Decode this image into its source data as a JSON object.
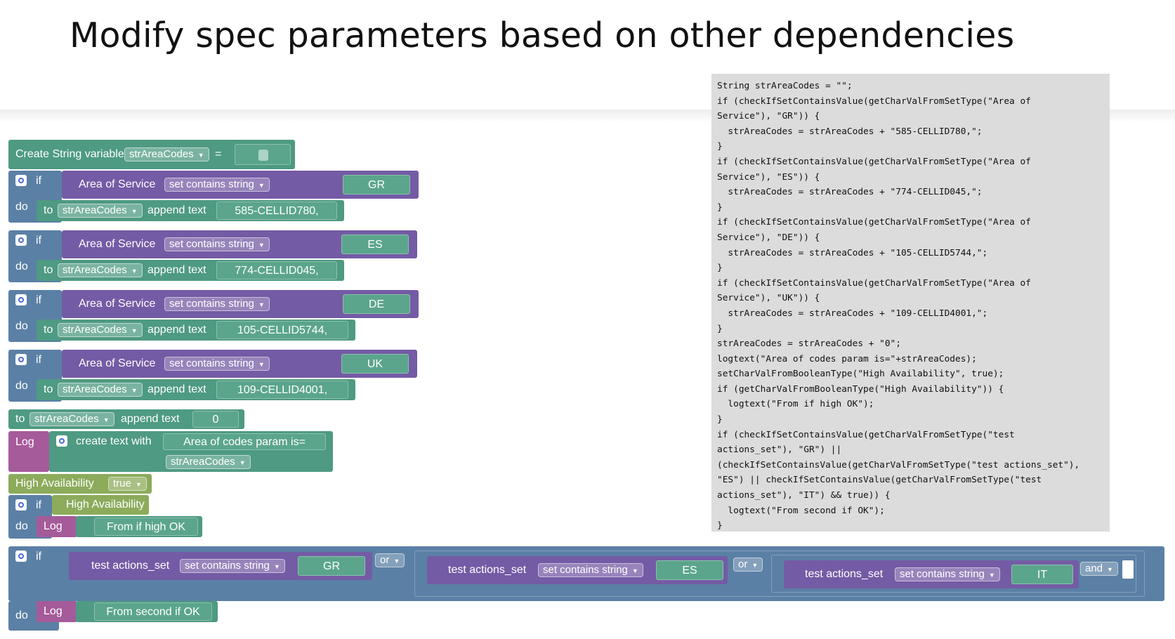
{
  "slide": {
    "title": "Modify spec parameters based on other dependencies"
  },
  "code": {
    "lines": [
      "String strAreaCodes = \"\";",
      "if (checkIfSetContainsValue(getCharValFromSetType(\"Area of",
      "Service\"), \"GR\")) {",
      "  strAreaCodes = strAreaCodes + \"585-CELLID780,\";",
      "}",
      "if (checkIfSetContainsValue(getCharValFromSetType(\"Area of",
      "Service\"), \"ES\")) {",
      "  strAreaCodes = strAreaCodes + \"774-CELLID045,\";",
      "}",
      "if (checkIfSetContainsValue(getCharValFromSetType(\"Area of",
      "Service\"), \"DE\")) {",
      "  strAreaCodes = strAreaCodes + \"105-CELLID5744,\";",
      "}",
      "if (checkIfSetContainsValue(getCharValFromSetType(\"Area of",
      "Service\"), \"UK\")) {",
      "  strAreaCodes = strAreaCodes + \"109-CELLID4001,\";",
      "}",
      "strAreaCodes = strAreaCodes + \"0\";",
      "logtext(\"Area of codes param is=\"+strAreaCodes);",
      "setCharValFromBooleanType(\"High Availability\", true);",
      "if (getCharValFromBooleanType(\"High Availability\")) {",
      "  logtext(\"From if high OK\");",
      "}",
      "if (checkIfSetContainsValue(getCharValFromSetType(\"test",
      "actions_set\"), \"GR\") ||",
      "(checkIfSetContainsValue(getCharValFromSetType(\"test actions_set\"),",
      "\"ES\") || checkIfSetContainsValue(getCharValFromSetType(\"test",
      "actions_set\"), \"IT\") && true)) {",
      "  logtext(\"From second if OK\");",
      "}"
    ]
  },
  "blocks": {
    "create_var": {
      "label": "Create String variable",
      "var": "strAreaCodes",
      "eq": "="
    },
    "kw_if": "if",
    "kw_do": "do",
    "kw_to": "to",
    "append_text": "append text",
    "area_of_service": "Area of Service",
    "set_contains": "set contains string",
    "var_name": "strAreaCodes",
    "ifs": [
      {
        "value": "GR",
        "code": "585-CELLID780,"
      },
      {
        "value": "ES",
        "code": "774-CELLID045,"
      },
      {
        "value": "DE",
        "code": "105-CELLID5744,"
      },
      {
        "value": "UK",
        "code": "109-CELLID4001,"
      }
    ],
    "append_zero": "0",
    "log": "Log",
    "create_text_with": "create text with",
    "log_text": "Area of codes param is=",
    "high_availability": "High Availability",
    "true_label": "true",
    "from_if_high": "From if high OK",
    "test_actions_set": "test actions_set",
    "values2": [
      "GR",
      "ES",
      "IT"
    ],
    "or_label": "or",
    "and_label": "and",
    "from_second_if": "From second if OK"
  },
  "colors": {
    "text_block": "#5ba58c",
    "control_block": "#5b80a5",
    "set_block": "#745ba5",
    "log_block": "#a55b99",
    "boolean_block": "#8cab5b",
    "code_background": "#dcdcdc"
  },
  "icons": [
    "gear-icon"
  ]
}
